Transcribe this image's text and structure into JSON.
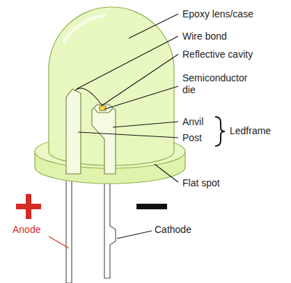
{
  "diagram": {
    "labels": [
      "Epoxy lens/case",
      "Wire bond",
      "Reflective cavity",
      "Semiconductor die",
      "Anvil",
      "Post",
      "Ledframe",
      "Flat spot",
      "Anode",
      "Cathode"
    ]
  }
}
